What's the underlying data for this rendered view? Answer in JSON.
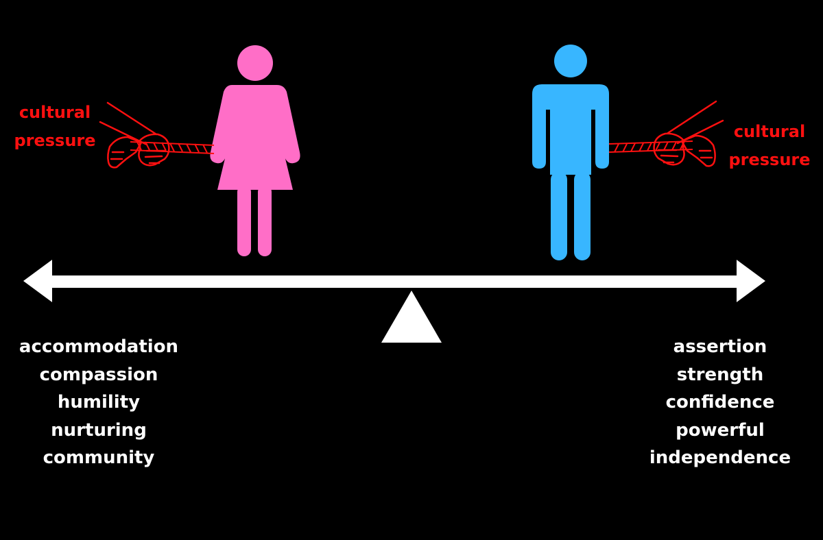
{
  "colors": {
    "background": "#000000",
    "woman": "#ff6ec7",
    "man": "#38b6ff",
    "pressure": "#ff1010",
    "scale": "#ffffff",
    "text": "#ffffff"
  },
  "icons": {
    "woman": "woman-figure-icon",
    "man": "man-figure-icon",
    "hands_left": "pulling-hands-icon",
    "hands_right": "pulling-hands-icon",
    "rope": "rope-icon",
    "scale": "double-arrow-balance-beam",
    "fulcrum": "triangle-fulcrum-icon"
  },
  "pressure_left": {
    "line1": "cultural",
    "line2": "pressure"
  },
  "pressure_right": {
    "line1": "cultural",
    "line2": "pressure"
  },
  "left_traits": [
    "accommodation",
    "compassion",
    "humility",
    "nurturing",
    "community"
  ],
  "right_traits": [
    "assertion",
    "strength",
    "confidence",
    "powerful",
    "independence"
  ]
}
